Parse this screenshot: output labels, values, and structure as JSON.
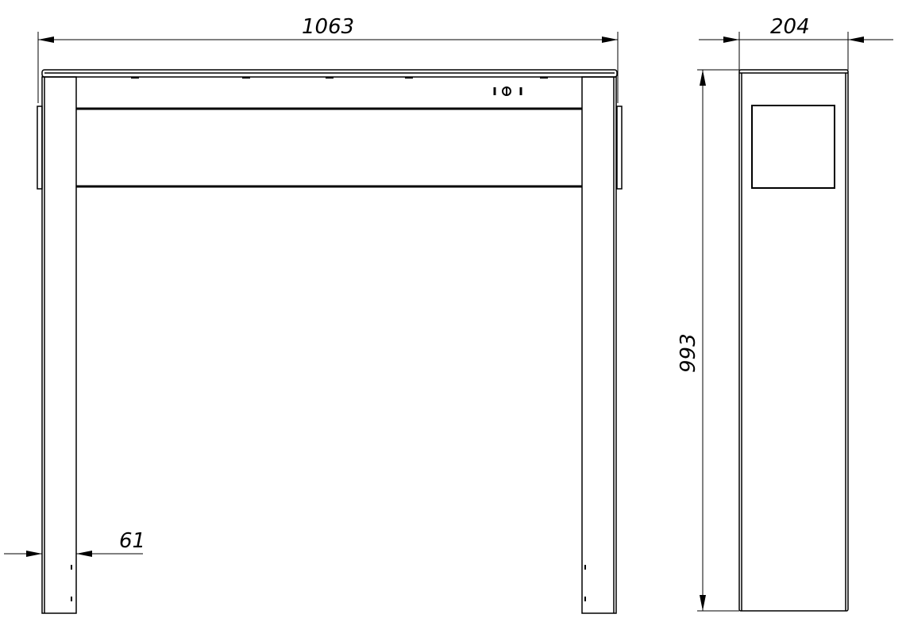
{
  "drawing": {
    "front_view": {
      "width_dimension": "1063",
      "leg_width_dimension": "61"
    },
    "side_view": {
      "depth_dimension": "204",
      "height_dimension": "993"
    }
  },
  "colors": {
    "line": "#000000",
    "background": "#ffffff"
  }
}
